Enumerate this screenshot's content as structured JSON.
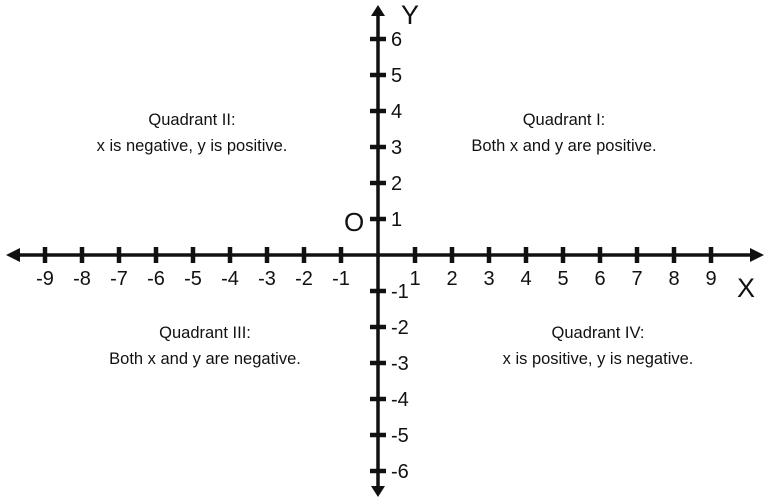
{
  "diagram": {
    "background": "#ffffff",
    "axis_color": "#111111",
    "origin_label": "O",
    "x_axis": {
      "label": "X",
      "ticks": [
        -9,
        -8,
        -7,
        -6,
        -5,
        -4,
        -3,
        -2,
        -1,
        1,
        2,
        3,
        4,
        5,
        6,
        7,
        8,
        9
      ]
    },
    "y_axis": {
      "label": "Y",
      "ticks": [
        6,
        5,
        4,
        3,
        2,
        1,
        -1,
        -2,
        -3,
        -4,
        -5,
        -6
      ]
    },
    "quadrants": [
      {
        "name": "Quadrant I:",
        "description": "Both x and y are positive."
      },
      {
        "name": "Quadrant II:",
        "description": "x is negative, y is positive."
      },
      {
        "name": "Quadrant III:",
        "description": "Both x and y are negative."
      },
      {
        "name": "Quadrant IV:",
        "description": "x is positive, y is negative."
      }
    ]
  }
}
